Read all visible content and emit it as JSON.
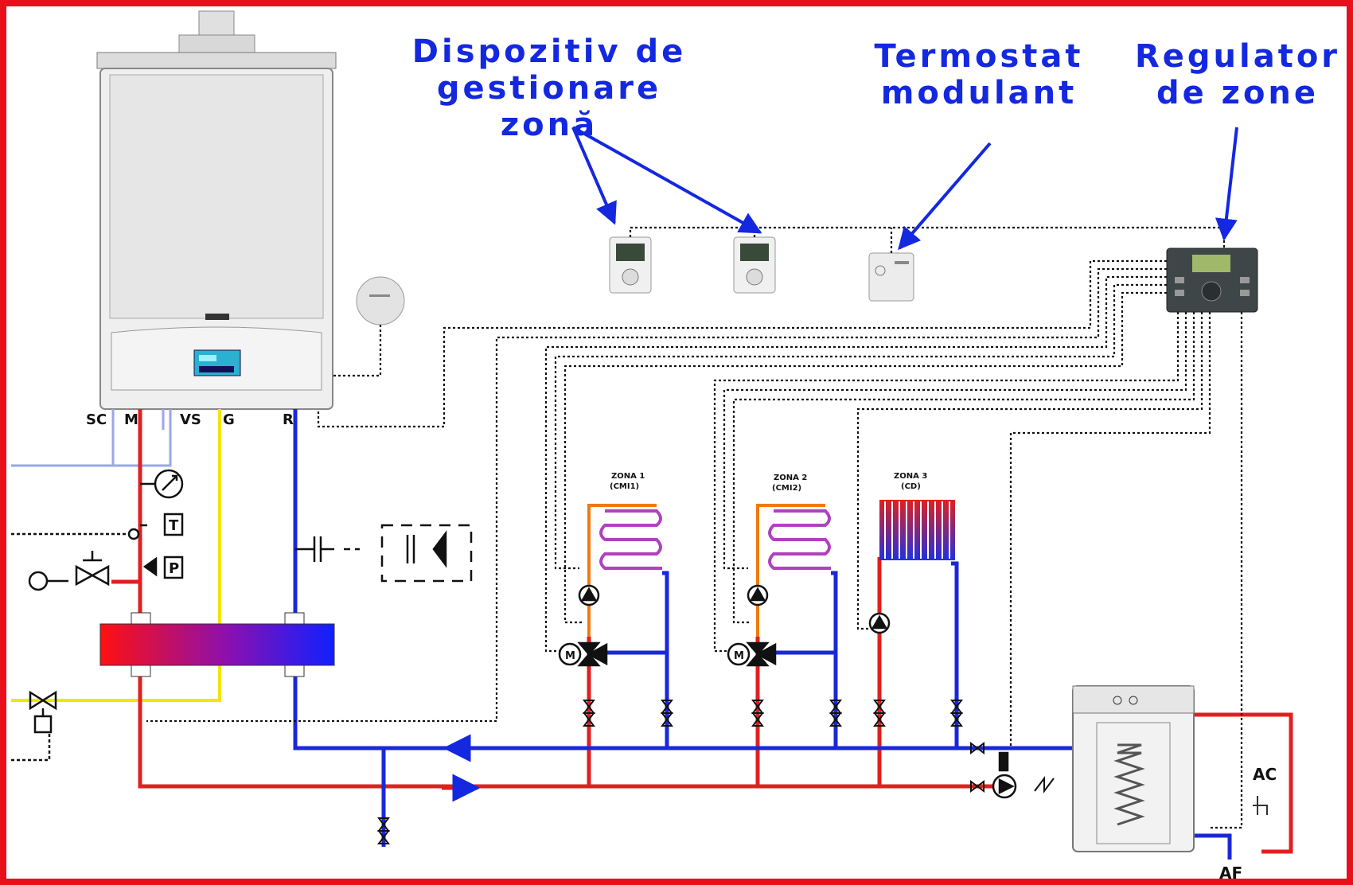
{
  "callouts": {
    "zone_device": [
      "Dispozitiv de",
      "gestionare",
      "zonă"
    ],
    "thermostat": [
      "Termostat",
      "modulant"
    ],
    "zone_regulator": [
      "Regulator",
      "de zone"
    ]
  },
  "boiler_ports": [
    "SC",
    "M",
    "VS",
    "G",
    "R"
  ],
  "safety_labels": [
    "T",
    "P"
  ],
  "zones": [
    {
      "title": "ZONA 1",
      "sub": "(CMI1)"
    },
    {
      "title": "ZONA 2",
      "sub": "(CMI2)"
    },
    {
      "title": "ZONA 3",
      "sub": "(CD)"
    }
  ],
  "mixing_valve_label": "M",
  "tank_labels": {
    "hot_water": "AC",
    "cold_water": "AF"
  },
  "colors": {
    "frame": "#e8101a",
    "callout": "#1428e0",
    "hot_pipe": "#e02020",
    "cold_pipe": "#1a28d8",
    "gas_pipe": "#f2e600",
    "flow_pipe": "#f07a10",
    "condensate": "#9aa6e8"
  }
}
